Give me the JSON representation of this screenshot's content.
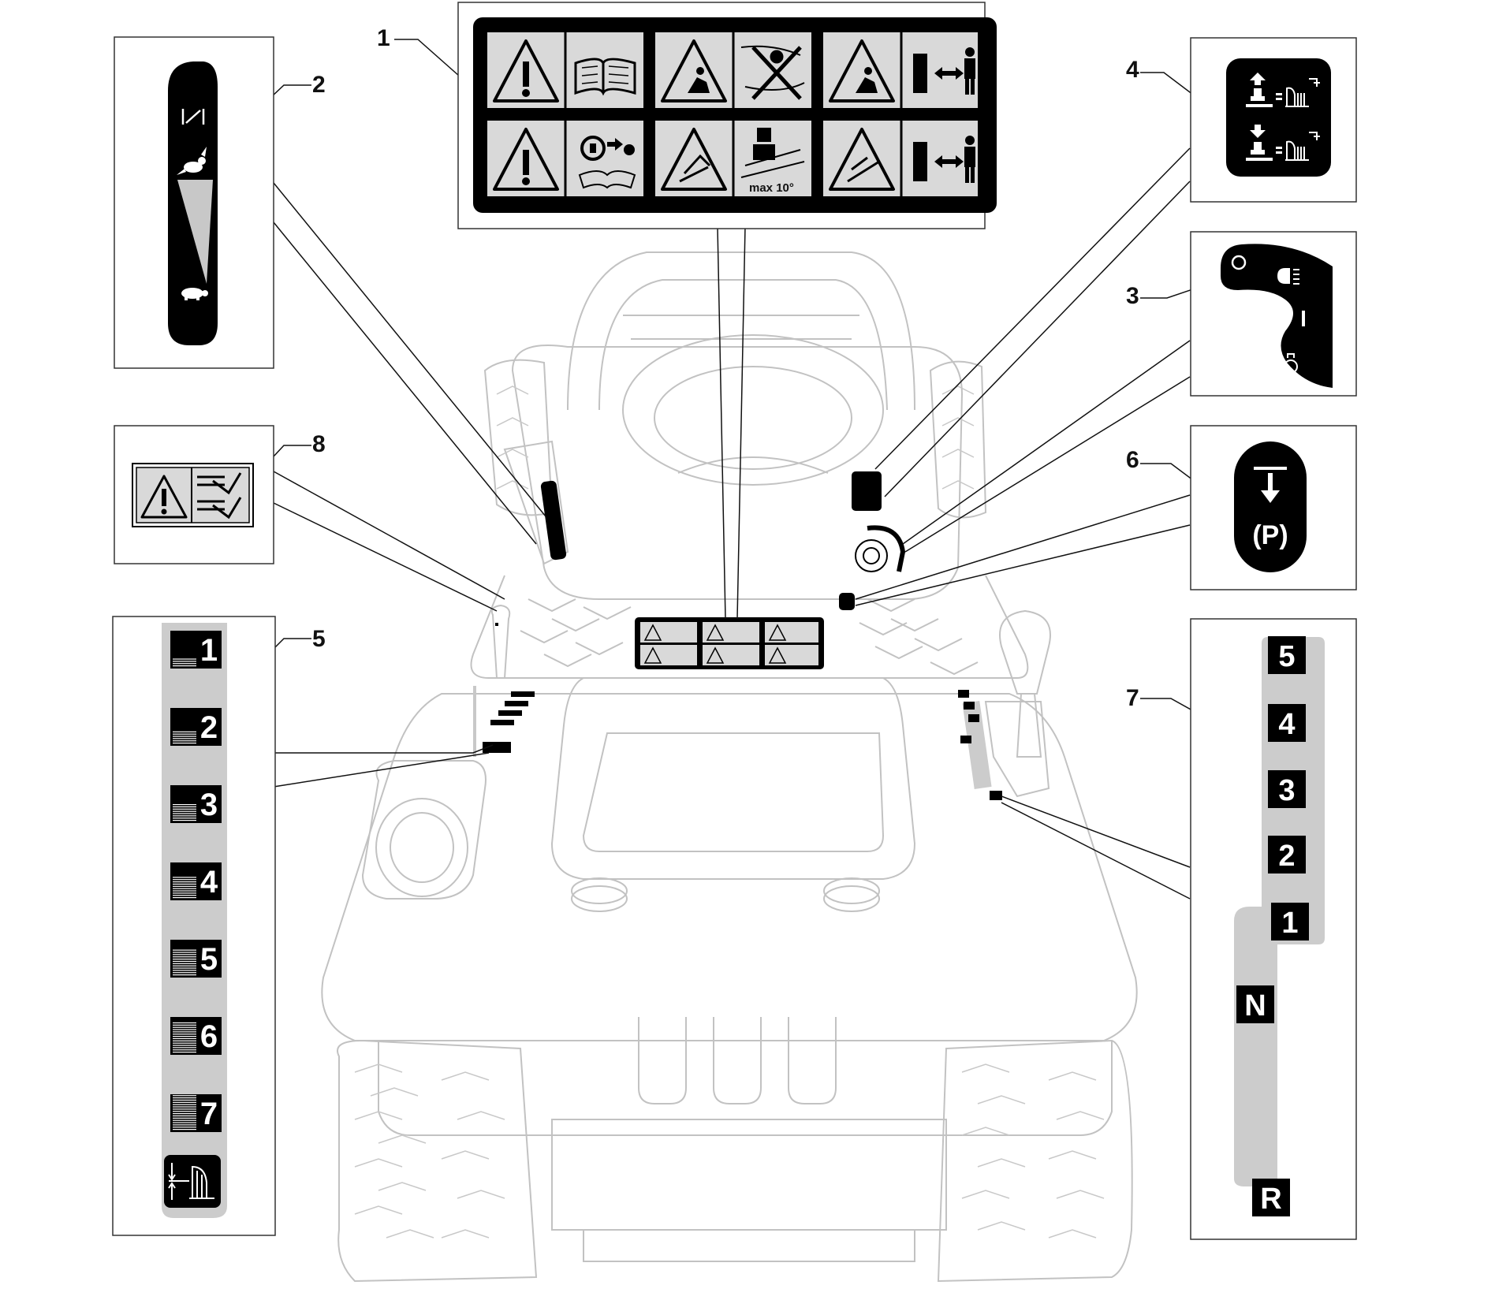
{
  "callouts": {
    "c1": "1",
    "c2": "2",
    "c3": "3",
    "c4": "4",
    "c5": "5",
    "c6": "6",
    "c7": "7",
    "c8": "8"
  },
  "decal1": {
    "slope_text": "max 10°"
  },
  "decal3": {
    "symbols": [
      "O",
      "I"
    ]
  },
  "decal5": {
    "positions": [
      "1",
      "2",
      "3",
      "4",
      "5",
      "6",
      "7"
    ]
  },
  "decal6": {
    "park_symbol": "(P)"
  },
  "decal7": {
    "gears": [
      "5",
      "4",
      "3",
      "2",
      "1",
      "N",
      "R"
    ]
  },
  "colors": {
    "line": "#111111",
    "machine_outline": "#bdbdbd",
    "decal_bg": "#000000",
    "decal_panel": "#d9d9d9",
    "strip_gray": "#cccccc"
  },
  "icons": [
    "warning-triangle-icon",
    "manual-book-icon",
    "thrown-object-icon",
    "keep-distance-icon",
    "key-removal-icon",
    "slope-tip-icon",
    "rabbit-icon",
    "turtle-icon",
    "headlight-icon",
    "engine-start-icon",
    "mower-deck-icon",
    "hand-cut-icon",
    "brake-arrow-icon"
  ]
}
